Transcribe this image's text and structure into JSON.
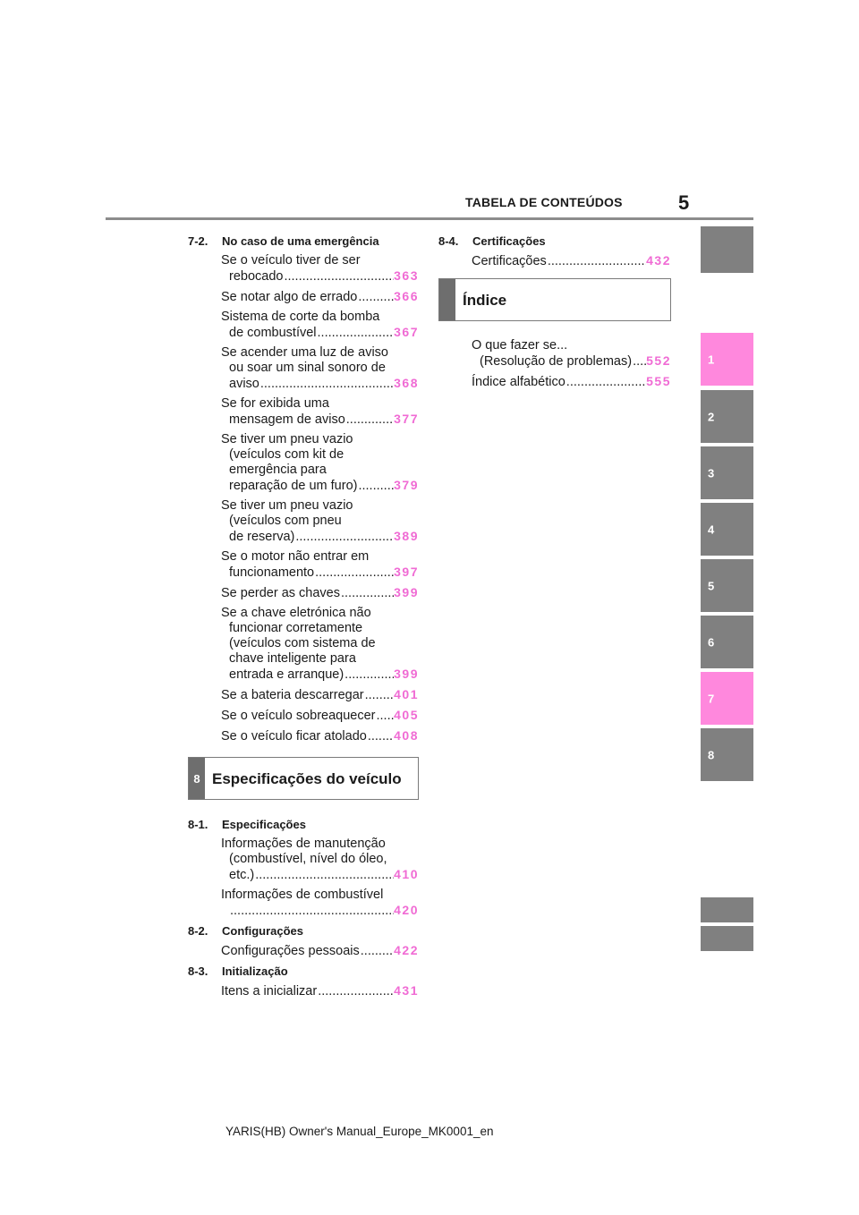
{
  "header": {
    "title": "TABELA DE CONTEÚDOS",
    "page_number": "5"
  },
  "left_column": {
    "section_7_2": {
      "code": "7-2.",
      "title": "No caso de uma emergência"
    },
    "entries_7_2": [
      {
        "lines": [
          "Se o veículo tiver de ser"
        ],
        "last": "rebocado",
        "page": "363"
      },
      {
        "lines": [],
        "last": "Se notar algo de errado",
        "page": "366"
      },
      {
        "lines": [
          "Sistema de corte da bomba"
        ],
        "last": "de combustível",
        "page": "367"
      },
      {
        "lines": [
          "Se acender uma luz de aviso",
          "ou soar um sinal sonoro de"
        ],
        "last": "aviso ",
        "page": "368"
      },
      {
        "lines": [
          "Se for exibida uma"
        ],
        "last": "mensagem de aviso ",
        "page": "377"
      },
      {
        "lines": [
          "Se tiver um pneu vazio",
          "(veículos com kit de",
          "emergência para"
        ],
        "last": "reparação de um furo) ",
        "page": "379"
      },
      {
        "lines": [
          "Se tiver um pneu vazio",
          "(veículos com pneu"
        ],
        "last": "de reserva) ",
        "page": "389"
      },
      {
        "lines": [
          "Se o motor não entrar em"
        ],
        "last": "funcionamento ",
        "page": "397"
      },
      {
        "lines": [],
        "last": "Se perder as chaves ",
        "page": "399"
      },
      {
        "lines": [
          "Se a chave eletrónica não",
          "funcionar corretamente",
          "(veículos com sistema de",
          "chave inteligente para"
        ],
        "last": "entrada e arranque)",
        "page": "399"
      },
      {
        "lines": [],
        "last": "Se a bateria descarregar ",
        "page": "401"
      },
      {
        "lines": [],
        "last": "Se o veículo sobreaquecer ",
        "page": "405"
      },
      {
        "lines": [],
        "last": "Se o veículo ficar atolado ",
        "page": "408"
      }
    ],
    "chapter_8": {
      "tab": "8",
      "title": "Especificações do veículo"
    },
    "section_8_1": {
      "code": "8-1.",
      "title": "Especificações"
    },
    "entries_8_1": [
      {
        "lines": [
          "Informações de manutenção",
          "(combustível, nível do óleo,"
        ],
        "last": "etc.)",
        "page": "410"
      },
      {
        "lines": [
          "Informações de combustível"
        ],
        "last": "",
        "page": "420"
      }
    ],
    "section_8_2": {
      "code": "8-2.",
      "title": "Configurações"
    },
    "entries_8_2": [
      {
        "lines": [],
        "last": "Configurações pessoais ",
        "page": "422"
      }
    ],
    "section_8_3": {
      "code": "8-3.",
      "title": "Initialização"
    },
    "entries_8_3": [
      {
        "lines": [],
        "last": "Itens a inicializar ",
        "page": "431"
      }
    ]
  },
  "right_column": {
    "section_8_4": {
      "code": "8-4.",
      "title": "Certificações"
    },
    "entries_8_4": [
      {
        "lines": [],
        "last": "Certificações ",
        "page": "432"
      }
    ],
    "index_box": {
      "title": "Índice"
    },
    "entries_index": [
      {
        "lines": [
          "O que fazer se..."
        ],
        "last": "(Resolução de problemas)",
        "page": "552"
      },
      {
        "lines": [],
        "last": "Índice alfabético",
        "page": "555"
      }
    ]
  },
  "side_tabs": [
    {
      "label": "",
      "color": "#808080"
    },
    {
      "label": "1",
      "color": "#ff88dd"
    },
    {
      "label": "2",
      "color": "#808080"
    },
    {
      "label": "3",
      "color": "#808080"
    },
    {
      "label": "4",
      "color": "#808080"
    },
    {
      "label": "5",
      "color": "#808080"
    },
    {
      "label": "6",
      "color": "#808080"
    },
    {
      "label": "7",
      "color": "#ff88dd"
    },
    {
      "label": "8",
      "color": "#808080"
    },
    {
      "label": "",
      "color": "#808080"
    },
    {
      "label": "",
      "color": "#808080"
    }
  ],
  "footer": {
    "text": "YARIS(HB) Owner's Manual_Europe_MK0001_en"
  },
  "accent_color": "#f06bd4"
}
